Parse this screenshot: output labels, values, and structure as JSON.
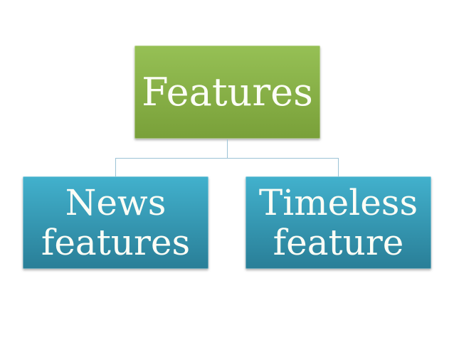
{
  "diagram": {
    "type": "hierarchy-org-chart",
    "root_node": {
      "label": "Features"
    },
    "child_nodes": [
      {
        "label": "News features"
      },
      {
        "label": "Timeless feature"
      }
    ],
    "colors": {
      "background": "#ffffff",
      "root_gradient_top": "#96c055",
      "root_gradient_bottom": "#79a039",
      "child_gradient_top": "#42b1cd",
      "child_gradient_bottom": "#297e97",
      "connector": "#9cc3d6",
      "text": "#fcfdf6"
    }
  }
}
